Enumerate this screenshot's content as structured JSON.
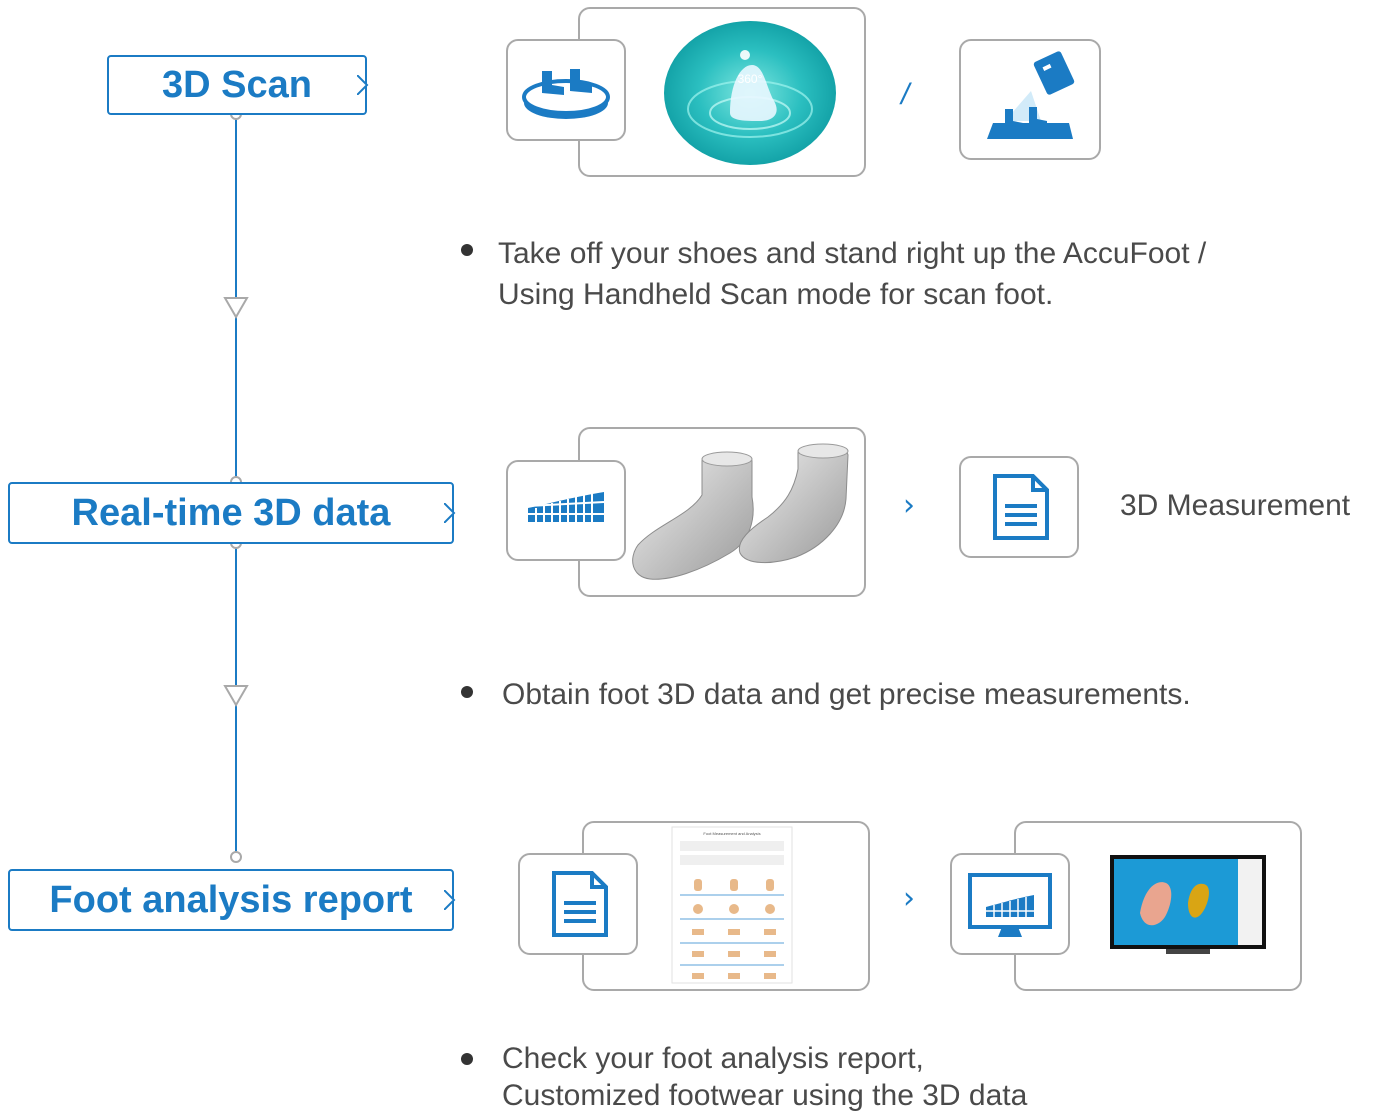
{
  "steps": [
    {
      "label": "3D Scan"
    },
    {
      "label": "Real-time 3D data"
    },
    {
      "label": "Foot analysis report"
    }
  ],
  "captions": {
    "scan": [
      "Take off your shoes and stand right up the AccuFoot /",
      "Using Handheld Scan mode for scan foot."
    ],
    "data": [
      "Obtain foot 3D data and get precise measurements."
    ],
    "report": [
      "Check your foot analysis report,",
      "Customized footwear using the 3D data"
    ]
  },
  "scan_badge": "360°",
  "separator": "/",
  "arrow_glyph": "›",
  "measurement_label": "3D Measurement",
  "report_doc_title": "Foot Measurement and Analysis",
  "icons": [
    "turntable-scanner-icon",
    "scan-dome-icon",
    "handheld-scanner-icon",
    "mesh-grid-icon",
    "document-icon",
    "monitor-mesh-icon"
  ],
  "colors": {
    "accent": "#1b7bc4",
    "frame": "#a9a9a9",
    "text": "#4a4a4a",
    "background": "#ffffff"
  }
}
